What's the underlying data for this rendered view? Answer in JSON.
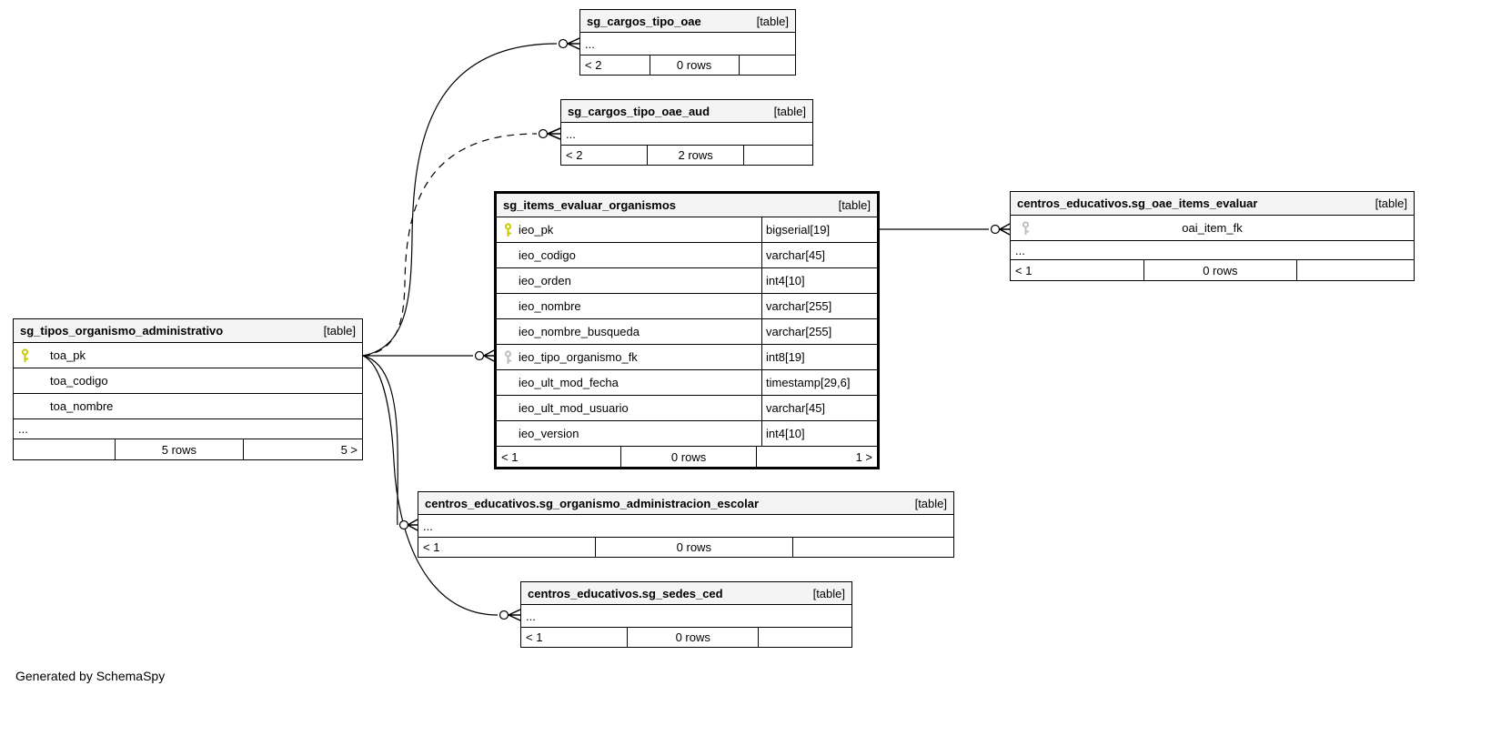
{
  "note": "Generated by SchemaSpy",
  "colors": {
    "primary_key": "#c9c900",
    "foreign_key": "#bfbfbf",
    "header_bg": "#f4f4f4",
    "line": "#000000"
  },
  "tables": {
    "cargos_tipo_oae": {
      "title": "sg_cargos_tipo_oae",
      "badge": "[table]",
      "more": "...",
      "footer": {
        "left": "< 2",
        "center": "0 rows",
        "right": ""
      }
    },
    "cargos_tipo_oae_aud": {
      "title": "sg_cargos_tipo_oae_aud",
      "badge": "[table]",
      "more": "...",
      "footer": {
        "left": "< 2",
        "center": "2 rows",
        "right": ""
      }
    },
    "items_evaluar_organismos": {
      "title": "sg_items_evaluar_organismos",
      "badge": "[table]",
      "columns": [
        {
          "name": "ieo_pk",
          "type": "bigserial[19]",
          "key": "primary"
        },
        {
          "name": "ieo_codigo",
          "type": "varchar[45]",
          "key": ""
        },
        {
          "name": "ieo_orden",
          "type": "int4[10]",
          "key": ""
        },
        {
          "name": "ieo_nombre",
          "type": "varchar[255]",
          "key": ""
        },
        {
          "name": "ieo_nombre_busqueda",
          "type": "varchar[255]",
          "key": ""
        },
        {
          "name": "ieo_tipo_organismo_fk",
          "type": "int8[19]",
          "key": "foreign"
        },
        {
          "name": "ieo_ult_mod_fecha",
          "type": "timestamp[29,6]",
          "key": ""
        },
        {
          "name": "ieo_ult_mod_usuario",
          "type": "varchar[45]",
          "key": ""
        },
        {
          "name": "ieo_version",
          "type": "int4[10]",
          "key": ""
        }
      ],
      "footer": {
        "left": "< 1",
        "center": "0 rows",
        "right": "1 >"
      }
    },
    "oae_items_evaluar": {
      "title": "centros_educativos.sg_oae_items_evaluar",
      "badge": "[table]",
      "fk_column": "oai_item_fk",
      "more": "...",
      "footer": {
        "left": "< 1",
        "center": "0 rows",
        "right": ""
      }
    },
    "tipos_organismo_administrativo": {
      "title": "sg_tipos_organismo_administrativo",
      "badge": "[table]",
      "columns": [
        {
          "name": "toa_pk",
          "key": "primary"
        },
        {
          "name": "toa_codigo",
          "key": ""
        },
        {
          "name": "toa_nombre",
          "key": ""
        }
      ],
      "more": "...",
      "footer": {
        "left": "",
        "center": "5 rows",
        "right": "5 >"
      }
    },
    "organismo_administracion_escolar": {
      "title": "centros_educativos.sg_organismo_administracion_escolar",
      "badge": "[table]",
      "more": "...",
      "footer": {
        "left": "< 1",
        "center": "0 rows",
        "right": ""
      }
    },
    "sedes_ced": {
      "title": "centros_educativos.sg_sedes_ced",
      "badge": "[table]",
      "more": "...",
      "footer": {
        "left": "< 1",
        "center": "0 rows",
        "right": ""
      }
    }
  }
}
